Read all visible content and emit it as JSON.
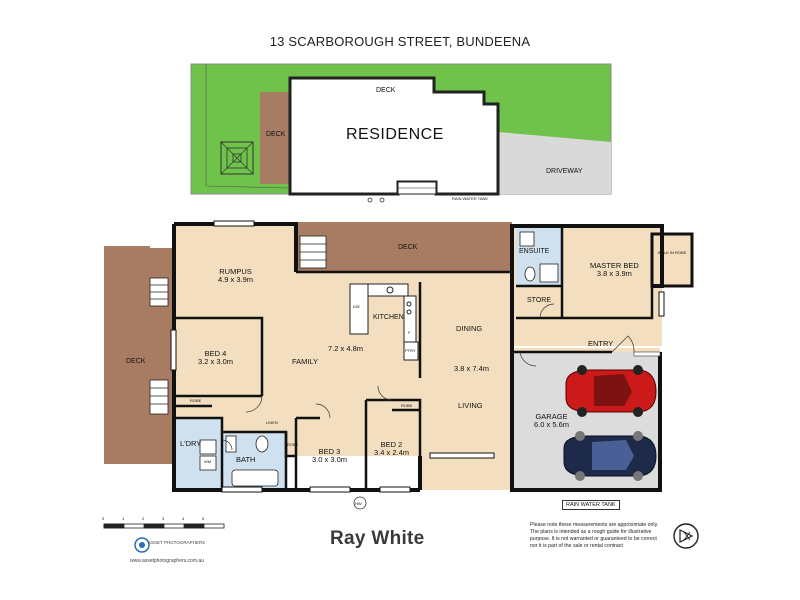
{
  "title": "13 SCARBOROUGH STREET, BUNDEENA",
  "site": {
    "residence": "RESIDENCE",
    "deck_top": "DECK",
    "deck_side": "DECK",
    "driveway": "DRIVEWAY",
    "small_label": "RAIN WATER TANK"
  },
  "rooms": {
    "rumpus": {
      "name": "RUMPUS",
      "dims": "4.9 x 3.9m"
    },
    "deck_main": {
      "name": "DECK"
    },
    "deck_left": {
      "name": "DECK"
    },
    "ensuite": {
      "name": "ENSUITE"
    },
    "master": {
      "name": "MASTER BED",
      "dims": "3.8 x 3.9m"
    },
    "wir": {
      "name": "WALK IN ROBE"
    },
    "store": {
      "name": "STORE"
    },
    "kitchen": {
      "name": "KITCHEN"
    },
    "dw": "DW",
    "fridge": "F",
    "pantry": "PTRY",
    "dining": {
      "name": "DINING"
    },
    "entry": {
      "name": "ENTRY"
    },
    "family": {
      "name": "FAMILY",
      "dims": "7.2 x 4.8m"
    },
    "living": {
      "name": "LIVING",
      "dims": "3.8 x 7.4m"
    },
    "bed4": {
      "name": "BED 4",
      "dims": "3.2 x 3.0m"
    },
    "robe4": "ROBE",
    "garage": {
      "name": "GARAGE",
      "dims": "6.0 x 5.6m"
    },
    "linen": "LINEN",
    "laundry": {
      "name": "L'DRY"
    },
    "wm": "WM",
    "bath": {
      "name": "BATH"
    },
    "robe3": "ROBE",
    "bed3": {
      "name": "BED 3",
      "dims": "3.0 x 3.0m"
    },
    "bed2": {
      "name": "BED 2",
      "dims": "3.4 x 2.4m"
    },
    "robe2": "ROBE",
    "hw": "HW"
  },
  "rain_water_tank": "RAIN WATER TANK",
  "scale_ticks": [
    "0",
    "1",
    "2",
    "3",
    "4",
    "5"
  ],
  "brand": "Ray White",
  "photographer_logo": "ASSET PHOTOGRAPHERS",
  "photographer_url": "www.assetphotographers.com.au",
  "disclaimer": "Please note these measurements are approximate only. The plans is intended as a rough guide for illustrative purpose. It is not warranted or guaranteed to be correct nor it is part of the sale or rental contract",
  "colors": {
    "lawn": "#6fc24a",
    "deck": "#a87c62",
    "floor": "#f3dfbf",
    "tile": "#cfe1ef",
    "garage": "#dcdcdc",
    "wall": "#111111",
    "car_red": "#cc1a1a",
    "car_blue": "#1d2a4a"
  },
  "compass_icon": "north-arrow-icon"
}
